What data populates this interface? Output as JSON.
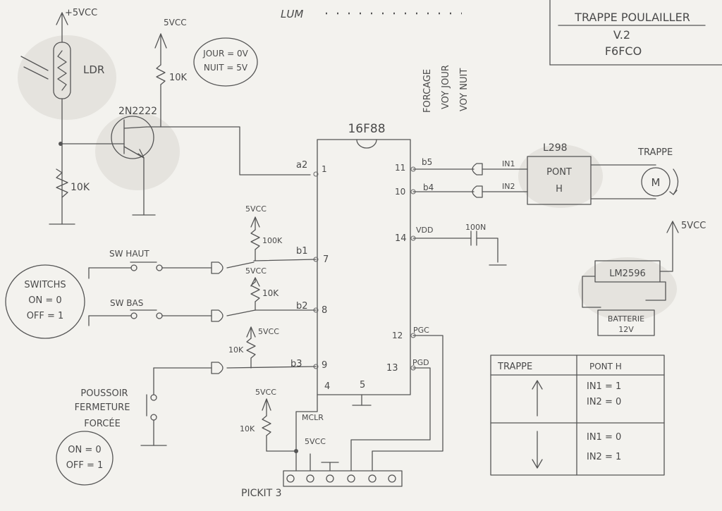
{
  "title_block": {
    "line1": "TRAPPE  POULAILLER",
    "line2": "V.2",
    "line3": "F6FCO"
  },
  "top_note": {
    "word": "LUM",
    "forcage": "FORCAGE",
    "voy_jour": "VOY JOUR",
    "voy_nuit": "VOY NUIT"
  },
  "jour_nuit": {
    "line1": "JOUR = 0V",
    "line2": "NUIT = 5V"
  },
  "ldr": {
    "label": "LDR",
    "supply": "+5VCC",
    "resistor": "10K"
  },
  "transistor": {
    "label": "2N2222",
    "supply": "5VCC",
    "resistor": "10K"
  },
  "mcu": {
    "name": "16F88",
    "pins": {
      "a2": "a2",
      "p1": "1",
      "p11": "11",
      "b5": "b5",
      "p10": "10",
      "b4": "b4",
      "b1": "b1",
      "p7": "7",
      "b2": "b2",
      "p8": "8",
      "b3": "b3",
      "p9": "9",
      "p14": "14",
      "vdd": "VDD",
      "p12": "12",
      "pgc": "PGC",
      "p13": "13",
      "pgd": "PGD",
      "p4": "4",
      "p5": "5"
    }
  },
  "pullups": {
    "r1_supply": "5VCC",
    "r1": "100K",
    "r2_supply": "5VCC",
    "r2": "10K",
    "r3_supply": "5VCC",
    "r3": "10K"
  },
  "switches": {
    "sw_haut": "SW HAUT",
    "sw_bas": "SW BAS",
    "note_line1": "SWITCHS",
    "note_line2": "ON = 0",
    "note_line3": "OFF = 1"
  },
  "pushbutton": {
    "line1": "POUSSOIR",
    "line2": "FERMETURE",
    "line3": "FORCÉE",
    "note_line1": "ON = 0",
    "note_line2": "OFF = 1"
  },
  "mclr": {
    "supply": "5VCC",
    "resistor": "10K",
    "label": "MCLR"
  },
  "pickit": {
    "label": "PICKIT 3",
    "supply": "5VCC"
  },
  "bridge": {
    "chip": "L298",
    "label_line1": "PONT",
    "label_line2": "H",
    "in1": "IN1",
    "in2": "IN2"
  },
  "motor": {
    "label": "TRAPPE",
    "symbol": "M"
  },
  "cap": {
    "label": "100N"
  },
  "regulator": {
    "chip": "LM2596",
    "out": "5VCC",
    "battery_line1": "BATTERIE",
    "battery_line2": "12V"
  },
  "truth_table": {
    "headers": [
      "TRAPPE",
      "PONT H"
    ],
    "rows": [
      {
        "dir": "up",
        "in1": "IN1 = 1",
        "in2": "IN2 = 0"
      },
      {
        "dir": "down",
        "in1": "IN1 = 0",
        "in2": "IN2 = 1"
      }
    ]
  }
}
